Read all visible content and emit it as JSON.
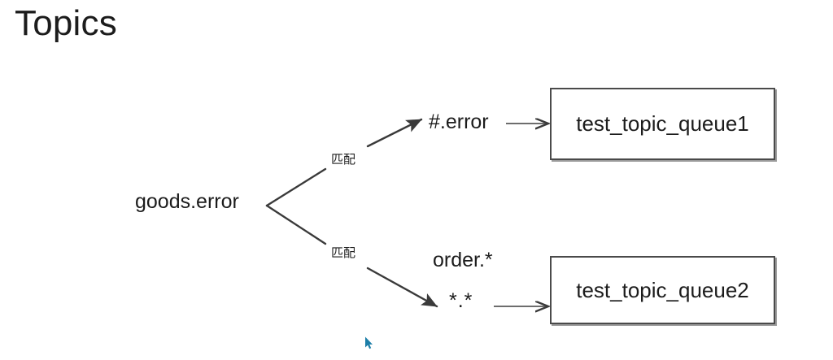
{
  "slide": {
    "title": "Topics",
    "background_color": "#ffffff",
    "text_color": "#1c1c1c",
    "stroke_color": "#4a4a4a"
  },
  "diagram": {
    "type": "routing-flow",
    "source_node": {
      "label": "goods.error",
      "name": "routing-key-source"
    },
    "branches": [
      {
        "name": "upper-branch",
        "edge_label": "匹配",
        "pattern": "#.error",
        "target": "test_topic_queue1"
      },
      {
        "name": "lower-branch",
        "edge_label": "匹配",
        "pattern_primary": "order.*",
        "pattern_secondary": "*.*",
        "target": "test_topic_queue2"
      }
    ],
    "queues": [
      {
        "name": "queue-1",
        "label": "test_topic_queue1"
      },
      {
        "name": "queue-2",
        "label": "test_topic_queue2"
      }
    ]
  },
  "cursor": {
    "name": "mouse-pointer",
    "color": "#1d7ea8"
  }
}
